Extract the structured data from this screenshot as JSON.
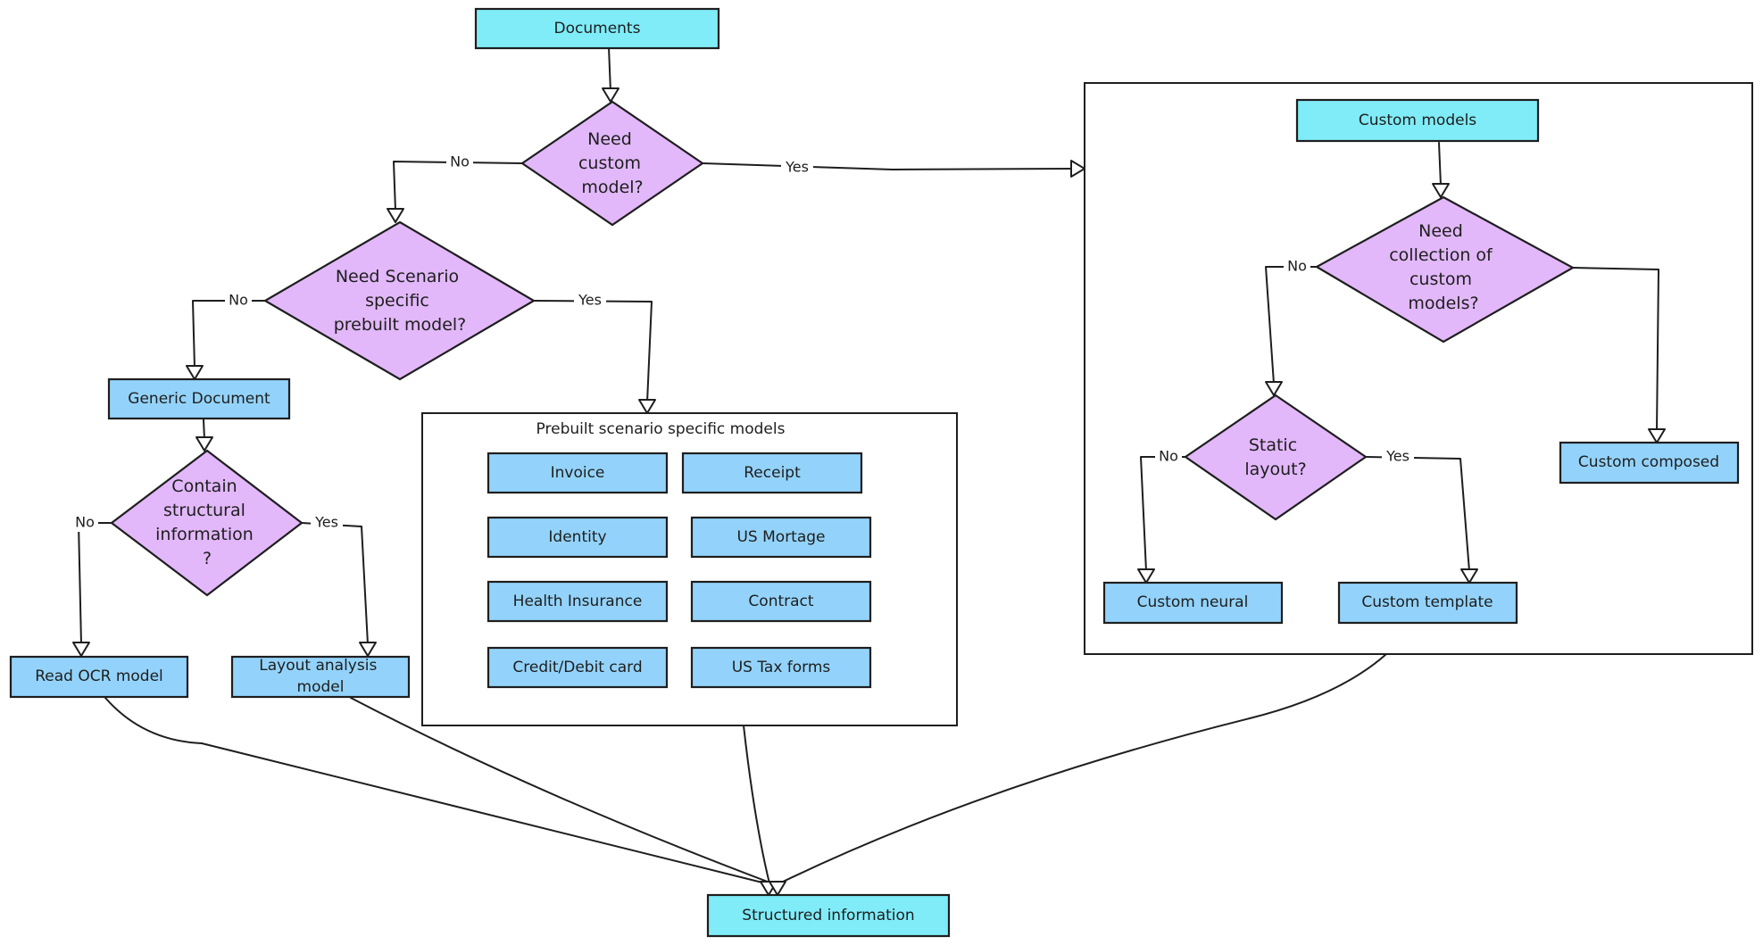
{
  "nodes": {
    "documents": "Documents",
    "need_custom_model": [
      "Need",
      "custom",
      "model?"
    ],
    "need_scenario": [
      "Need Scenario",
      "specific",
      "prebuilt model?"
    ],
    "generic_document": "Generic Document",
    "contain_structural": [
      "Contain",
      "structural",
      "information",
      "?"
    ],
    "read_ocr": "Read OCR model",
    "layout_analysis": [
      "Layout analysis",
      "model"
    ],
    "structured_information": "Structured information",
    "custom_models": "Custom models",
    "need_collection": [
      "Need",
      "collection of",
      "custom",
      "models?"
    ],
    "static_layout": [
      "Static",
      "layout?"
    ],
    "custom_neural": "Custom neural",
    "custom_template": "Custom template",
    "custom_composed": "Custom composed"
  },
  "prebuilt": {
    "title": "Prebuilt scenario specific models",
    "items": [
      "Invoice",
      "Receipt",
      "Identity",
      "US Mortage",
      "Health Insurance",
      "Contract",
      "Credit/Debit card",
      "US Tax forms"
    ]
  },
  "edge_labels": {
    "custom_no": "No",
    "custom_yes": "Yes",
    "scenario_no": "No",
    "scenario_yes": "Yes",
    "structural_no": "No",
    "structural_yes": "Yes",
    "collection_no": "No",
    "static_no": "No",
    "static_yes": "Yes"
  },
  "colors": {
    "start_end_fill": "#7fecf8",
    "process_fill": "#93d3fb",
    "decision_fill": "#e2b8fa",
    "stroke": "#1e1e1e"
  }
}
